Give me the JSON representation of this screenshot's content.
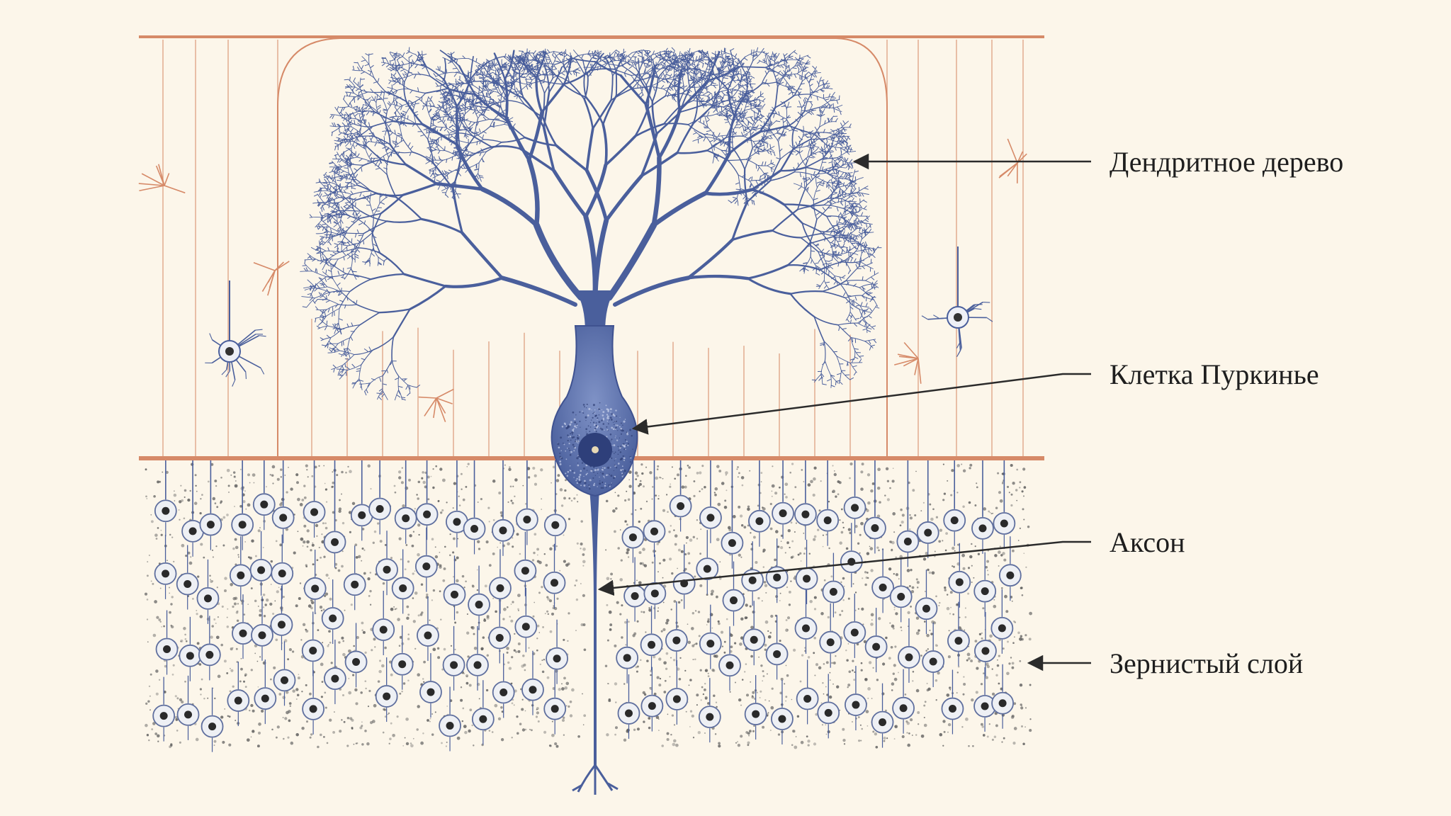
{
  "labels": {
    "dendritic_tree": "Дендритное дерево",
    "purkinje_cell": "Клетка Пуркинье",
    "axon": "Аксон",
    "granular_layer": "Зернистый слой"
  },
  "colors": {
    "background": "#fcf6ea",
    "neuron_blue": "#4a5f9c",
    "fiber_orange": "#d68a68",
    "granule_dots": "#5a5a5a",
    "arrow": "#2b2b2b"
  }
}
